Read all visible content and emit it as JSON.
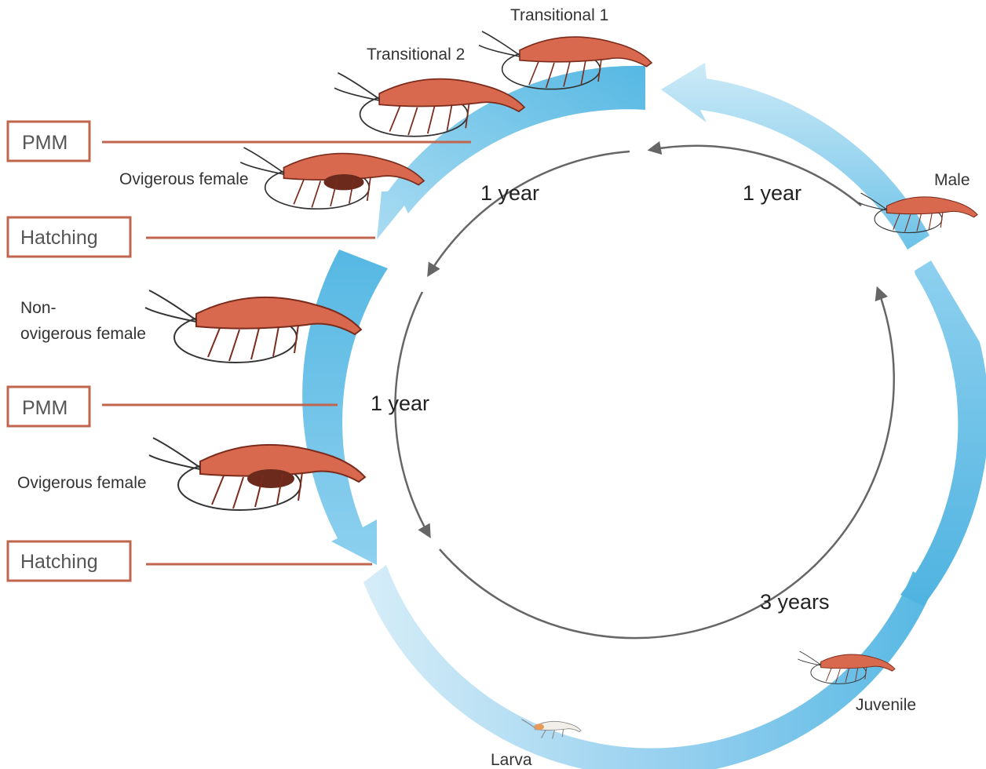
{
  "stages": {
    "transitional1": "Transitional 1",
    "transitional2": "Transitional 2",
    "ovigerous_female_top": "Ovigerous female",
    "male": "Male",
    "non_ovigerous_female_line1": "Non-",
    "non_ovigerous_female_line2": "ovigerous female",
    "ovigerous_female_bottom": "Ovigerous female",
    "juvenile": "Juvenile",
    "larva": "Larva"
  },
  "events": {
    "pmm_top": "PMM",
    "hatching_top": "Hatching",
    "pmm_middle": "PMM",
    "hatching_bottom": "Hatching"
  },
  "durations": {
    "top_left": "1 year",
    "top_right": "1 year",
    "left": "1 year",
    "bottom_right": "3 years"
  },
  "colors": {
    "arrow_dark": "#56b8e3",
    "arrow_light": "#cfeaf7",
    "inner_circle": "#555555",
    "event_border": "#c0654e",
    "shrimp_body": "#d9694e"
  }
}
